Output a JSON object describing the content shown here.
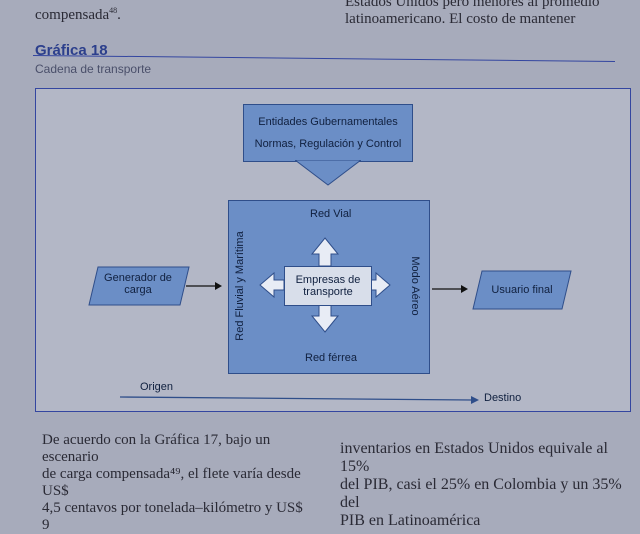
{
  "text_top": {
    "left": "compensada",
    "left_sup": "48",
    "left_tail": ".",
    "right_line1": "Estados Unidos pero menores al promedio",
    "right_line2": "latinoamericano. El costo de mantener"
  },
  "figure": {
    "title": "Gráfica 18",
    "subtitle": "Cadena de transporte"
  },
  "diagram": {
    "gov_title": "Entidades Gubernamentales",
    "gov_sub": "Normas, Regulación y Control",
    "generator": "Generador de carga",
    "center": "Empresas de transporte",
    "top": "Red Vial",
    "bottom": "Red férrea",
    "left": "Red Fluvial y Marítima",
    "right": "Modo Aéreo",
    "user": "Usuario final",
    "origin": "Origen",
    "destination": "Destino"
  },
  "text_bottom": {
    "left": [
      "De acuerdo con la Gráfica 17, bajo un escenario",
      "de carga compensada⁴⁹, el flete varía desde US$",
      "4,5 centavos por tonelada–kilómetro y US$ 9"
    ],
    "right": [
      "inventarios en Estados Unidos equivale al 15%",
      "del PIB, casi el 25% en Colombia y un 35% del",
      "PIB en Latinoamérica"
    ]
  }
}
